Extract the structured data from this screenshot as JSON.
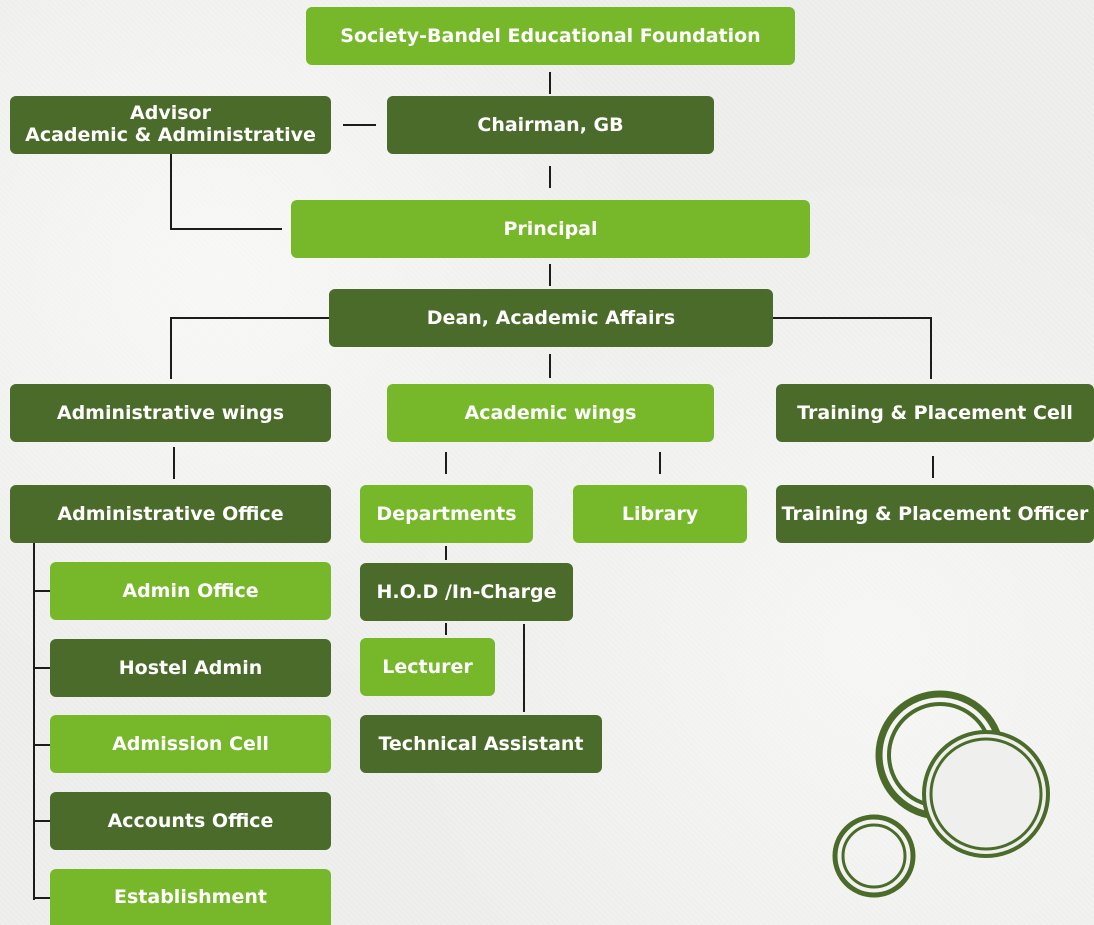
{
  "colors": {
    "light_green": "#76b82a",
    "dark_green": "#4a6b2a",
    "line": "#1c1c1c",
    "background": "#efefed"
  },
  "nodes": {
    "foundation": "Society-Bandel Educational Foundation",
    "advisor": "Advisor\nAcademic & Administrative",
    "chairman": "Chairman, GB",
    "principal": "Principal",
    "dean": "Dean, Academic Affairs",
    "admin_wings": "Administrative wings",
    "academic_wings": "Academic wings",
    "tpc": "Training & Placement Cell",
    "admin_office_main": "Administrative Office",
    "departments": "Departments",
    "library": "Library",
    "tpo": "Training & Placement Officer",
    "admin_office": "Admin Office",
    "hod": "H.O.D /In-Charge",
    "hostel_admin": "Hostel Admin",
    "lecturer": "Lecturer",
    "admission_cell": "Admission Cell",
    "technical_assistant": "Technical Assistant",
    "accounts_office": "Accounts Office",
    "establishment": "Establishment"
  }
}
